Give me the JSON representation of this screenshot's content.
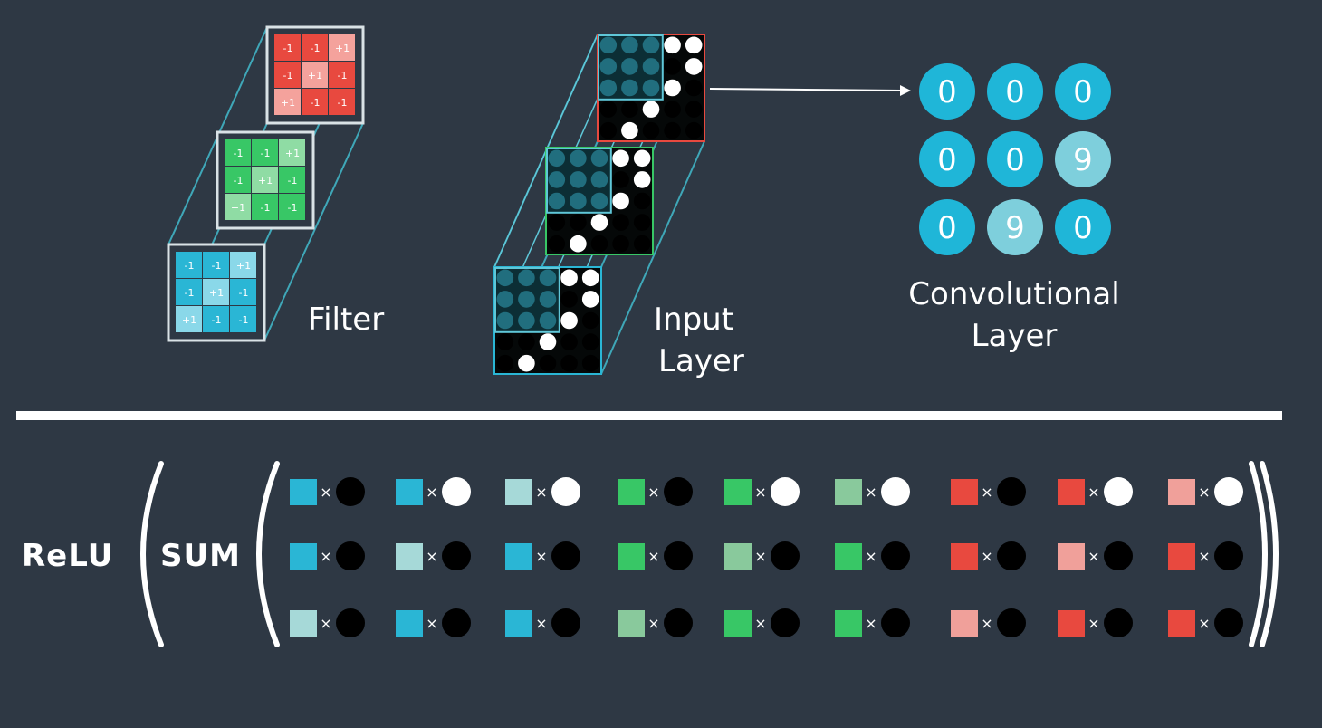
{
  "filter": {
    "label": "Filter",
    "layers": [
      {
        "name": "red",
        "color": "#e8493f",
        "light": "#f4a29c",
        "weights": [
          [
            "-1",
            "-1",
            "+1"
          ],
          [
            "-1",
            "+1",
            "-1"
          ],
          [
            "+1",
            "-1",
            "-1"
          ]
        ]
      },
      {
        "name": "green",
        "color": "#38c766",
        "light": "#8fdca4",
        "weights": [
          [
            "-1",
            "-1",
            "+1"
          ],
          [
            "-1",
            "+1",
            "-1"
          ],
          [
            "+1",
            "-1",
            "-1"
          ]
        ]
      },
      {
        "name": "blue",
        "color": "#2ab6d5",
        "light": "#8ad8e9",
        "weights": [
          [
            "-1",
            "-1",
            "+1"
          ],
          [
            "-1",
            "+1",
            "-1"
          ],
          [
            "+1",
            "-1",
            "-1"
          ]
        ]
      }
    ]
  },
  "input": {
    "label_line1": "Input",
    "label_line2": "Layer",
    "pixels": [
      [
        0,
        0,
        0,
        1,
        1
      ],
      [
        0,
        0,
        0,
        0,
        1
      ],
      [
        0,
        0,
        0,
        1,
        0
      ],
      [
        0,
        0,
        1,
        0,
        0
      ],
      [
        0,
        1,
        0,
        0,
        0
      ]
    ],
    "layer_colors": [
      "#e8493f",
      "#38c766",
      "#2ab6d5"
    ]
  },
  "conv": {
    "label_line1": "Convolutional",
    "label_line2": "Layer",
    "values": [
      [
        "0",
        "0",
        "0"
      ],
      [
        "0",
        "0",
        "9"
      ],
      [
        "0",
        "9",
        "0"
      ]
    ],
    "highlight": [
      [
        false,
        false,
        false
      ],
      [
        false,
        false,
        true
      ],
      [
        false,
        true,
        false
      ]
    ],
    "color": "#1fb6d8",
    "highlight_color": "#7ecfdc"
  },
  "formula": {
    "relu": "ReLU",
    "sum": "SUM",
    "times": "×",
    "rows": [
      [
        [
          "#2ab6d5",
          "black"
        ],
        [
          "#2ab6d5",
          "white"
        ],
        [
          "#a6d9d8",
          "white"
        ],
        [
          "#38c766",
          "black"
        ],
        [
          "#38c766",
          "white"
        ],
        [
          "#89c99c",
          "white"
        ],
        [
          "#e8493f",
          "black"
        ],
        [
          "#e8493f",
          "white"
        ],
        [
          "#f0a09a",
          "white"
        ]
      ],
      [
        [
          "#2ab6d5",
          "black"
        ],
        [
          "#a6d9d8",
          "black"
        ],
        [
          "#2ab6d5",
          "black"
        ],
        [
          "#38c766",
          "black"
        ],
        [
          "#89c99c",
          "black"
        ],
        [
          "#38c766",
          "black"
        ],
        [
          "#e8493f",
          "black"
        ],
        [
          "#f0a09a",
          "black"
        ],
        [
          "#e8493f",
          "black"
        ]
      ],
      [
        [
          "#a6d9d8",
          "black"
        ],
        [
          "#2ab6d5",
          "black"
        ],
        [
          "#2ab6d5",
          "black"
        ],
        [
          "#89c99c",
          "black"
        ],
        [
          "#38c766",
          "black"
        ],
        [
          "#38c766",
          "black"
        ],
        [
          "#f0a09a",
          "black"
        ],
        [
          "#e8493f",
          "black"
        ],
        [
          "#e8493f",
          "black"
        ]
      ]
    ]
  }
}
